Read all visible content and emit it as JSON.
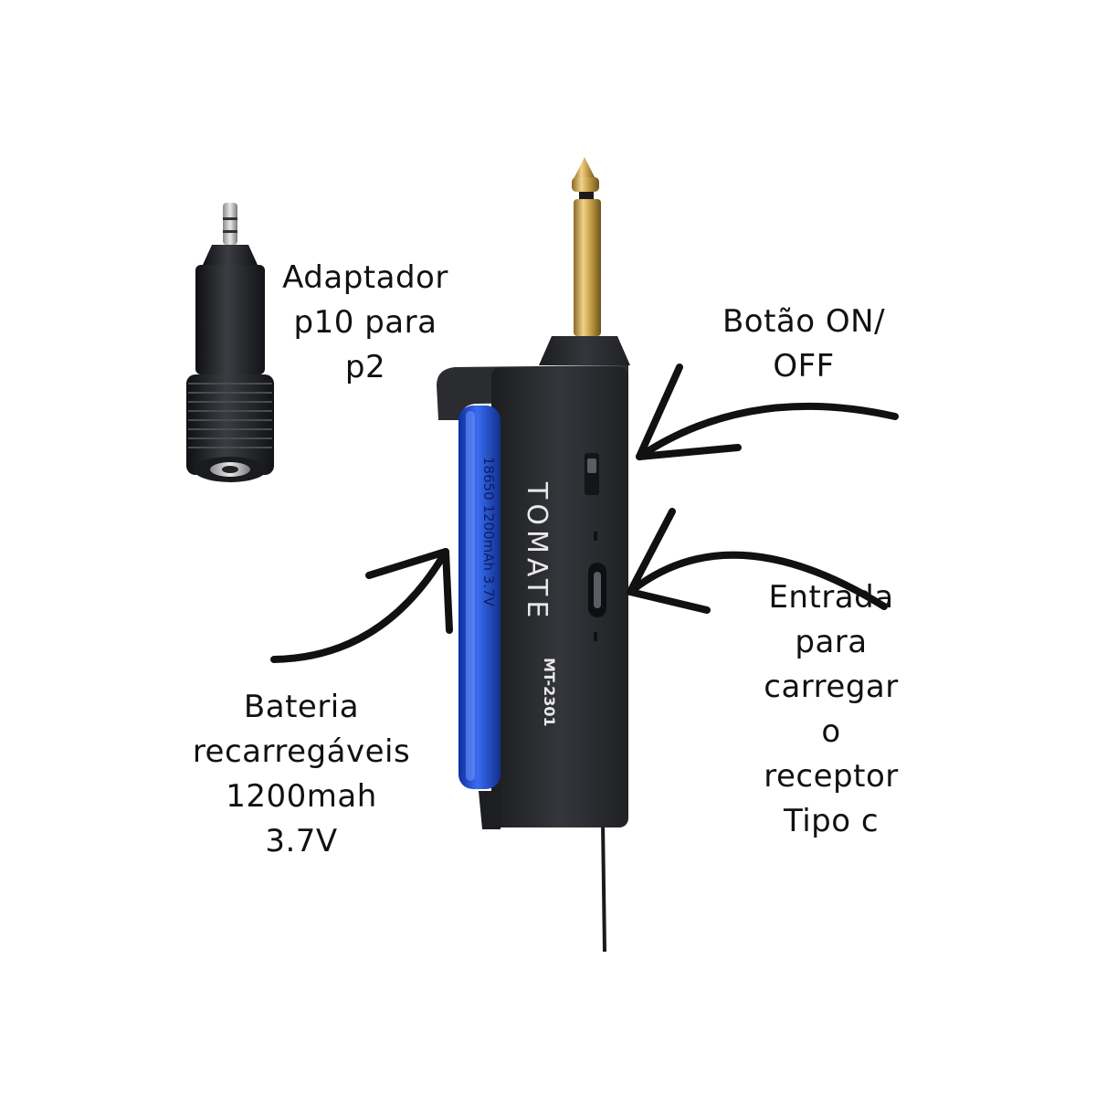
{
  "labels": {
    "adapter": [
      "Adaptador",
      "p10 para",
      "p2"
    ],
    "power_button": [
      "Botão ON/",
      "OFF"
    ],
    "usb_input": [
      "Entrada",
      "para",
      "carregar",
      "o",
      "receptor",
      "Tipo c"
    ],
    "battery": [
      "Bateria",
      "recarregáveis",
      "1200mah",
      "3.7V"
    ]
  },
  "device": {
    "brand": "TOMATE",
    "model": "MT-2301",
    "battery_print": "18650 1200mAh 3.7V"
  },
  "colors": {
    "battery": "#1f4fd6",
    "body": "#2b2d31",
    "plug": "#c9a24a",
    "arrow": "#111111"
  }
}
